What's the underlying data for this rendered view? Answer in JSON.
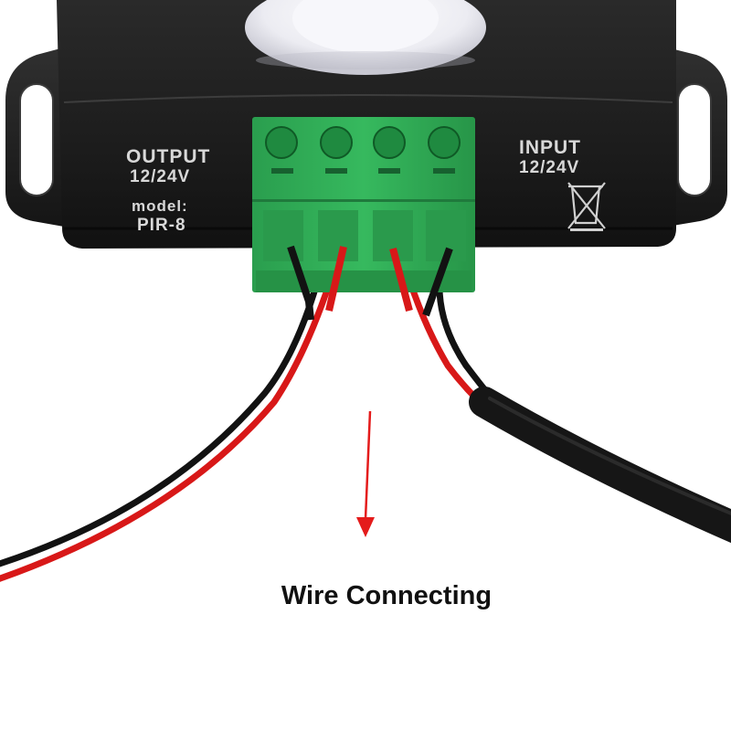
{
  "device": {
    "output_label": "OUTPUT",
    "output_voltage": "12/24V",
    "model_label": "model:",
    "model_value": "PIR-8",
    "input_label": "INPUT",
    "input_voltage": "12/24V",
    "icons": [
      "weee-bin-icon",
      "arrow-down-icon"
    ]
  },
  "caption": "Wire Connecting",
  "colors": {
    "housing": "#1e1e1e",
    "terminal": "#2eaa55",
    "wire_red": "#d81818",
    "wire_black": "#121212",
    "arrow": "#e41b1b",
    "caption": "#111111"
  }
}
